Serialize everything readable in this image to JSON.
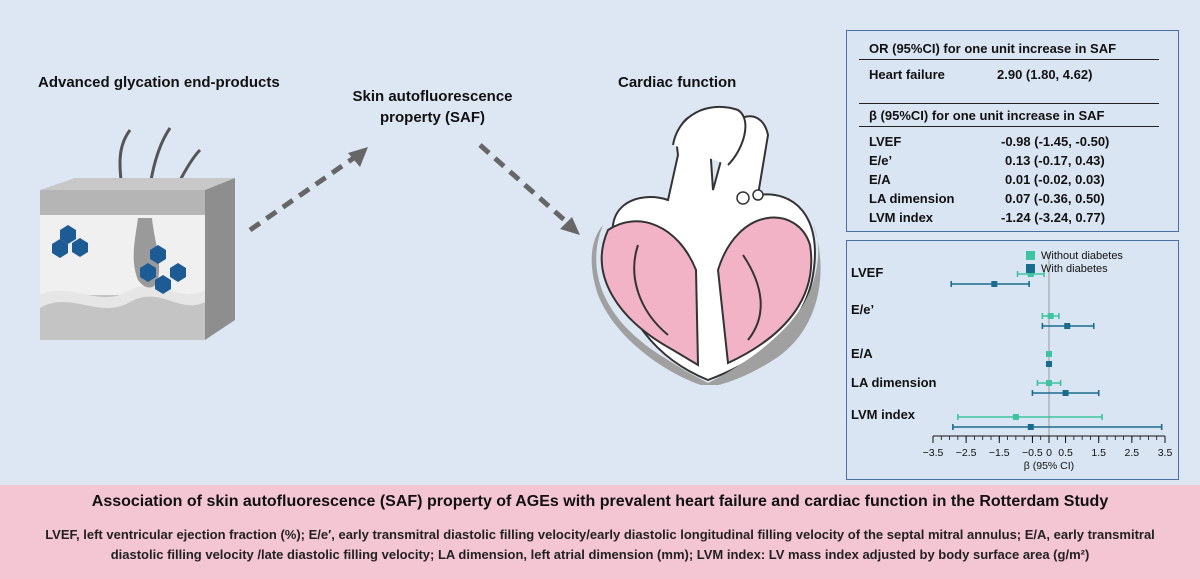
{
  "headings": {
    "ages": "Advanced glycation end-products",
    "saf_line1": "Skin autofluorescence",
    "saf_line2": "property (SAF)",
    "cardiac": "Cardiac function"
  },
  "or_table": {
    "header": "OR (95%CI) for one unit increase in SAF",
    "rows": [
      {
        "label": "Heart failure",
        "value": "2.90 (1.80, 4.62)"
      }
    ]
  },
  "beta_table": {
    "header": "β (95%CI)  for one unit increase in SAF",
    "rows": [
      {
        "label": "LVEF",
        "value": "-0.98 (-1.45, -0.50)"
      },
      {
        "label": "E/e’",
        "value": "0.13 (-0.17, 0.43)"
      },
      {
        "label": "E/A",
        "value": "0.01 (-0.02, 0.03)"
      },
      {
        "label": "LA dimension",
        "value": "0.07 (-0.36, 0.50)"
      },
      {
        "label": "LVM index",
        "value": "-1.24 (-3.24, 0.77)"
      }
    ]
  },
  "chart_data": {
    "type": "scatter",
    "xlabel": "β (95% CI)",
    "xlim": [
      -3.5,
      3.5
    ],
    "xticks": [
      "−3.5",
      "−2.5",
      "−1.5",
      "−0.5",
      "0",
      "0.5",
      "1.5",
      "2.5",
      "3.5"
    ],
    "xtick_values": [
      -3.5,
      -2.5,
      -1.5,
      -0.5,
      0,
      0.5,
      1.5,
      2.5,
      3.5
    ],
    "categories": [
      "LVEF",
      "E/e’",
      "E/A",
      "LA dimension",
      "LVM index"
    ],
    "legend": "top-right",
    "series": [
      {
        "name": "Without diabetes",
        "color": "#3cc4a0",
        "estimate": [
          -0.55,
          0.05,
          0.0,
          0.0,
          -1.0
        ],
        "lower": [
          -0.95,
          -0.2,
          -0.03,
          -0.35,
          -2.75
        ],
        "upper": [
          -0.15,
          0.3,
          0.03,
          0.35,
          1.6
        ]
      },
      {
        "name": "With diabetes",
        "color": "#1a6c8c",
        "estimate": [
          -1.65,
          0.55,
          0.0,
          0.5,
          -0.55
        ],
        "lower": [
          -2.95,
          -0.2,
          -0.05,
          -0.5,
          -2.9
        ],
        "upper": [
          -0.6,
          1.35,
          0.05,
          1.5,
          3.4
        ]
      }
    ]
  },
  "footer": {
    "title": "Association of skin autofluorescence (SAF) property of AGEs with prevalent heart failure and cardiac function in the Rotterdam Study",
    "note": "LVEF, left ventricular ejection fraction (%); E/e′, early transmitral diastolic filling velocity/early diastolic longitudinal filling velocity of the septal mitral annulus; E/A, early transmitral diastolic filling velocity /late diastolic filling velocity; LA dimension, left atrial dimension (mm); LVM index: LV mass index adjusted by body surface area (g/m²)"
  }
}
